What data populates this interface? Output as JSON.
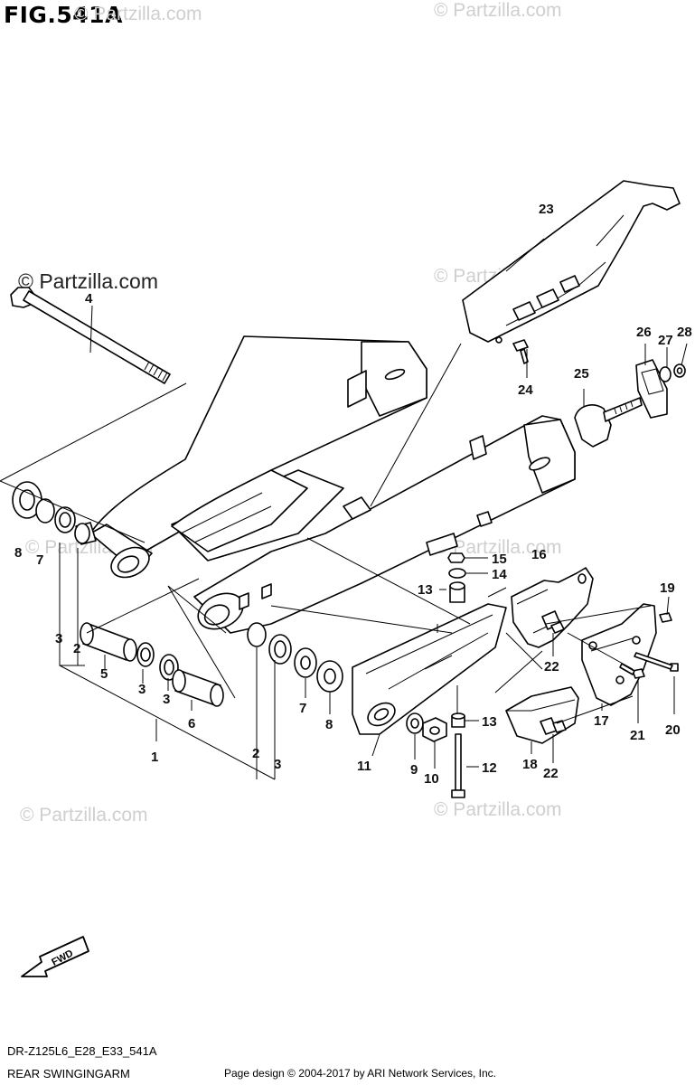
{
  "figure_title": "FIG.541A",
  "watermark_main": "© Partzilla.com",
  "watermarks": [
    "© Partzilla.com",
    "© Partzilla.com",
    "© Partzilla.com",
    "© Partzilla.com",
    "© Partzilla.com",
    "© Partzilla.com",
    "© Partzilla.com"
  ],
  "fwd_label": "FWD",
  "callouts": {
    "c1": "1",
    "c2a": "2",
    "c2b": "2",
    "c3a": "3",
    "c3b": "3",
    "c3c": "3",
    "c3d": "3",
    "c4": "4",
    "c5": "5",
    "c6": "6",
    "c7a": "7",
    "c7b": "7",
    "c8a": "8",
    "c8b": "8",
    "c9": "9",
    "c10": "10",
    "c11": "11",
    "c12": "12",
    "c13a": "13",
    "c13b": "13",
    "c14": "14",
    "c15": "15",
    "c16": "16",
    "c17": "17",
    "c18": "18",
    "c19": "19",
    "c20": "20",
    "c21": "21",
    "c22a": "22",
    "c22b": "22",
    "c23": "23",
    "c24": "24",
    "c25": "25",
    "c26": "26",
    "c27": "27",
    "c28": "28"
  },
  "footer": {
    "model_code": "DR-Z125L6_E28_E33_541A",
    "section_name": "REAR SWINGINGARM",
    "copyright": "Page design © 2004-2017 by ARI Network Services, Inc."
  }
}
